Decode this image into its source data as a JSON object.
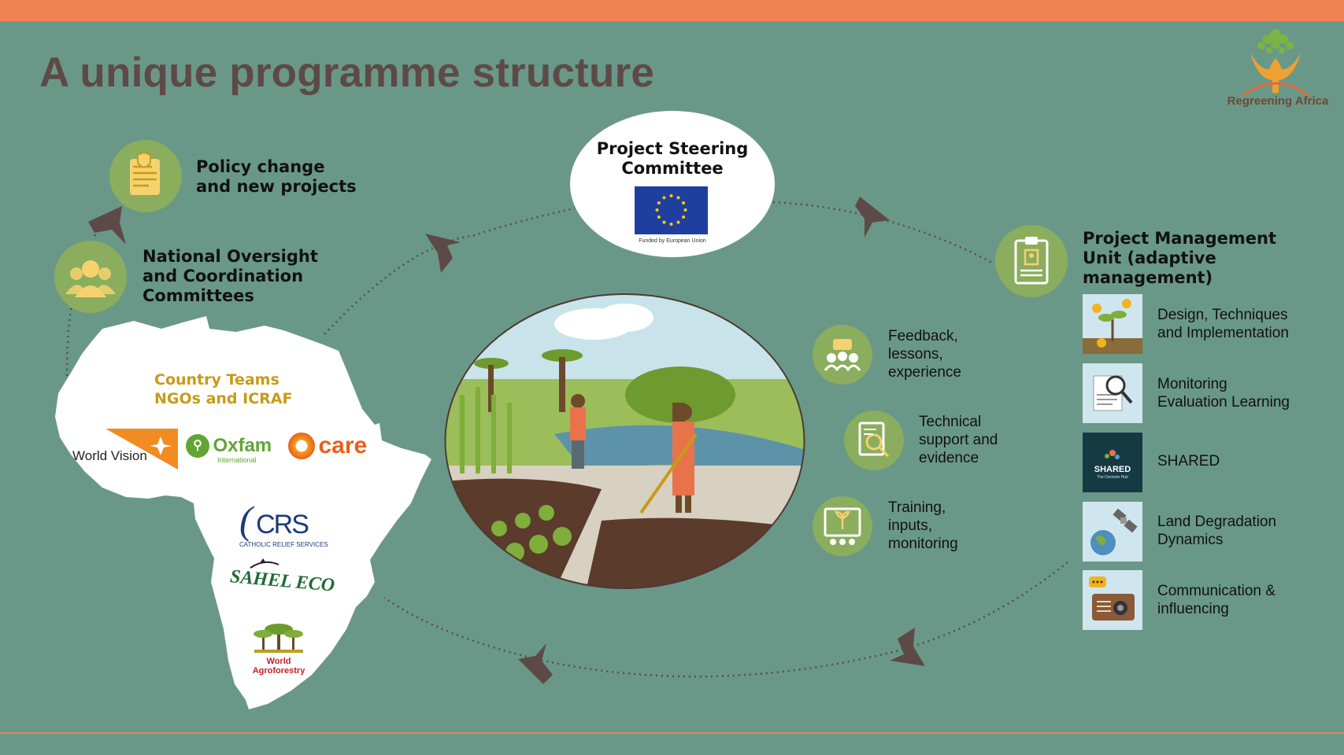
{
  "slide": {
    "title": "A unique programme structure",
    "logo_text": "Regreening Africa"
  },
  "left": {
    "policy_label_1": "Policy change",
    "policy_label_2": "and new projects",
    "oversight_label_1": "National Oversight",
    "oversight_label_2": "and Coordination",
    "oversight_label_3": "Committees",
    "country_title_1": "Country Teams",
    "country_title_2": "NGOs and ICRAF",
    "partners": {
      "world_vision": "World Vision",
      "oxfam": "Oxfam",
      "oxfam_sub": "International",
      "care": "care",
      "crs": "CRS",
      "crs_sub": "CATHOLIC RELIEF SERVICES",
      "sahel": "SAHEL ECO",
      "agroforestry_1": "World",
      "agroforestry_2": "Agroforestry"
    }
  },
  "steering": {
    "title_1": "Project Steering",
    "title_2": "Committee",
    "caption": "Funded by European Union"
  },
  "middle": {
    "feedback_1": "Feedback,",
    "feedback_2": "lessons,",
    "feedback_3": "experience",
    "technical_1": "Technical",
    "technical_2": "support and",
    "technical_3": "evidence",
    "training_1": "Training,",
    "training_2": "inputs,",
    "training_3": "monitoring"
  },
  "pmu": {
    "title_1": "Project Management",
    "title_2": "Unit (adaptive",
    "title_3": "management)",
    "items": [
      {
        "label_1": "Design, Techniques",
        "label_2": "and Implementation"
      },
      {
        "label_1": "Monitoring",
        "label_2": "Evaluation Learning"
      },
      {
        "label_1": "SHARED",
        "label_2": ""
      },
      {
        "label_1": "Land Degradation",
        "label_2": "Dynamics"
      },
      {
        "label_1": "Communication &",
        "label_2": "influencing"
      }
    ],
    "shared_logo": "SHARED",
    "shared_sub": "The Decision Hub"
  },
  "colors": {
    "background": "#6a9888",
    "top_bar": "#ef8250",
    "title": "#5d4a47",
    "icon_circle": "#8aad5e",
    "arrow": "#5d4a47"
  }
}
